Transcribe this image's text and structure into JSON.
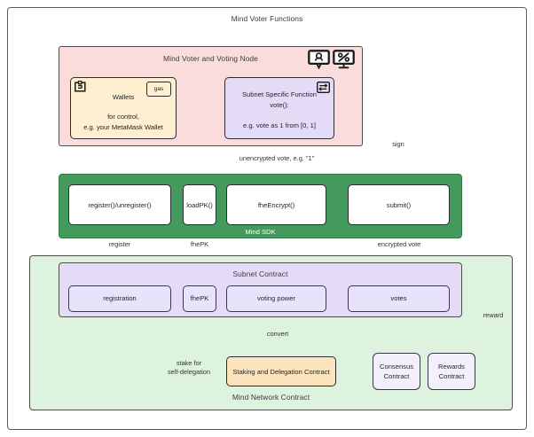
{
  "diagram": {
    "title": "Mind Voter Functions",
    "containers": {
      "voter_node": "Mind Voter and Voting Node",
      "sdk": "Mind SDK",
      "subnet_contract": "Subnet Contract",
      "network_contract": "Mind Network Contract"
    },
    "nodes": {
      "wallets": {
        "title": "Wallets",
        "body_line1": "for control,",
        "body_line2": "e.g. your MetaMask Wallet",
        "tag": "gas",
        "corner_icon": "document-badge-icon"
      },
      "subnet_function": {
        "line1": "Subnet Specific Function",
        "line2": "vote():",
        "line3": "e.g. vote as 1 from [0, 1]",
        "corner_icon": "swap-arrows-icon"
      },
      "register": "register()/unregister()",
      "loadpk": "loadPK()",
      "fhe_encrypt": "fheEncrypt()",
      "submit": "submit()",
      "registration": "registration",
      "fhepk": "fhePK",
      "voting_power": "voting power",
      "votes": "votes",
      "staking": "Staking and Delegation Contract",
      "consensus_l1": "Consensus",
      "consensus_l2": "Contract",
      "rewards_l1": "Rewards",
      "rewards_l2": "Contract"
    },
    "header_icons": [
      "voter-person-icon",
      "monitor-percent-icon"
    ],
    "edge_labels": {
      "unencrypted_vote": "unencrypted vote, e.g. \"1\"",
      "sign": "sign",
      "register": "register",
      "fhepk": "fhePK",
      "encrypted_vote": "encrypted vote",
      "convert": "convert",
      "stake_l1": "stake for",
      "stake_l2": "self-delegation",
      "reward": "reward"
    },
    "colors": {
      "pink": "#fbdcdc",
      "green_sdk": "#439a5c",
      "green_light": "#ddf3de",
      "purple": "#e4dcf7",
      "purple_box": "#e9e2fb",
      "yellow": "#fdefcf",
      "orange": "#fbe3bb",
      "stroke": "#2a2a33"
    }
  }
}
